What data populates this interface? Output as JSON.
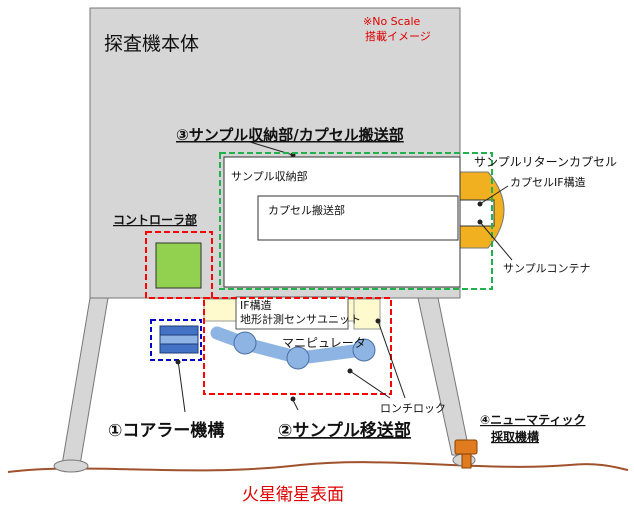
{
  "title": "探査機本体",
  "note_scale": "※No Scale",
  "note_image": "搭載イメージ",
  "storage_transport_label": "③サンプル収納部/カプセル搬送部",
  "sample_storage": "サンプル収納部",
  "capsule_transport": "カプセル搬送部",
  "return_capsule": "サンプルリターンカプセル",
  "capsule_if": "カプセルIF構造",
  "sample_container": "サンプルコンテナ",
  "controller": "コントローラ部",
  "if_structure": "IF構造",
  "terrain_sensor": "地形計測センサユニット",
  "manipulator": "マニピュレータ",
  "launch_lock": "ロンチロック",
  "corer": "①コアラー機構",
  "sample_transfer": "②サンプル移送部",
  "pneumatic_1": "④ニューマティック",
  "pneumatic_2": "採取機構",
  "ground": "火星衛星表面",
  "colors": {
    "body": "#d6d6d6",
    "controller_fill": "#92d050",
    "capsule": "#f0b020",
    "red_dash": "#ff0000",
    "green_dash": "#22b14c",
    "blue_dash": "#0000cc",
    "manipulator": "#8eb4e3",
    "ground_line": "#a0522d"
  }
}
